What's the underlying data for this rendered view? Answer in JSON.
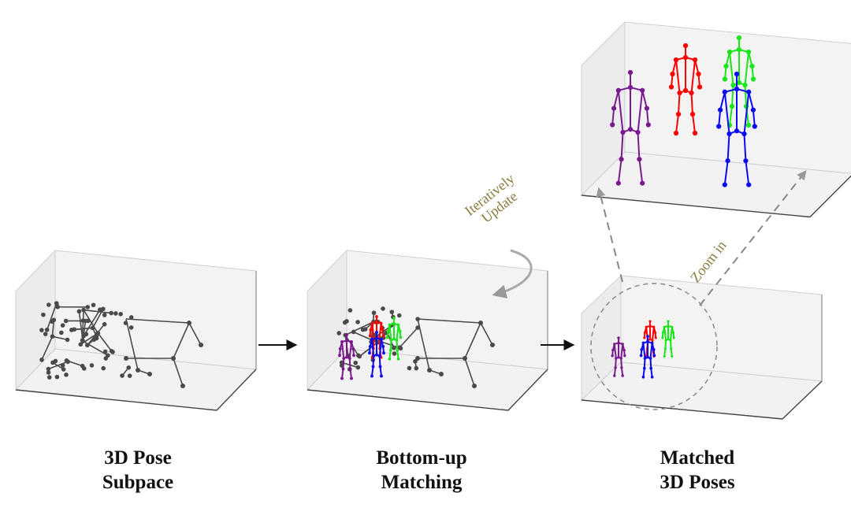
{
  "captions": {
    "subspace": [
      "3D Pose",
      "Subpace"
    ],
    "matching": [
      "Bottom-up",
      "Matching"
    ],
    "matched": [
      "Matched",
      "3D Poses"
    ]
  },
  "annotations": {
    "iterative": [
      "Iteratively",
      "Update"
    ],
    "zoom": "Zoom in"
  },
  "colors": {
    "candidate": "#4a4a4a",
    "purple": "#7b1a8e",
    "red": "#ff0000",
    "green": "#19e619",
    "blue": "#0a0af0",
    "panel_wall": "#ececec",
    "panel_floor": "#f2f2f2",
    "annotation": "#8a7a3c",
    "dashed": "#888888"
  },
  "icons": [
    "right-arrow-icon",
    "curved-arrow-icon",
    "dashed-arrow-icon",
    "dashed-circle-icon"
  ]
}
